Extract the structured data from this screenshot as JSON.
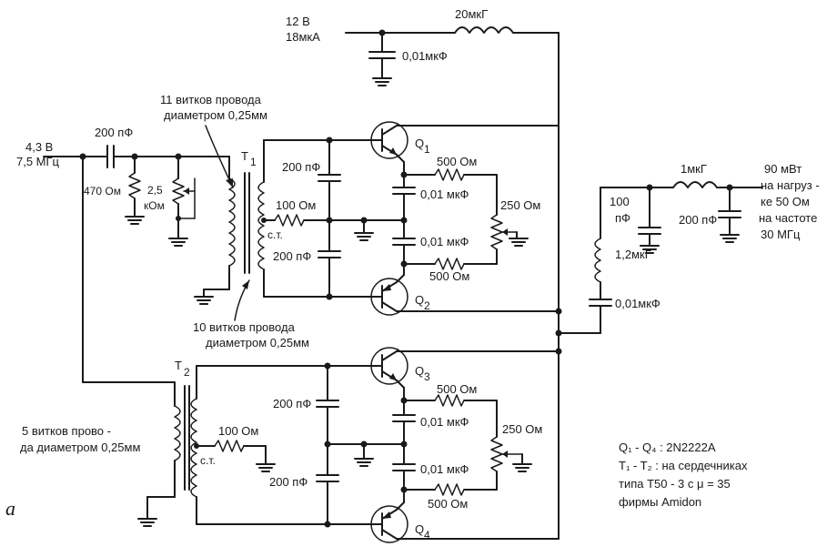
{
  "supply": {
    "voltage": "12 В",
    "current": "18мкА"
  },
  "input": {
    "voltage": "4,3 В",
    "frequency": "7,5 МГц"
  },
  "output": {
    "line1": "90 мВт",
    "line2": "на нагруз -",
    "line3": "ке 50 Ом",
    "line4": "на частоте",
    "line5": "30 МГц"
  },
  "components": {
    "l_supply": "20мкГ",
    "c_supply": "0,01мкФ",
    "c_in": "200 пФ",
    "r_470": "470 Ом",
    "pot_in_a": "2,5",
    "pot_in_b": "кОм",
    "t1": "T",
    "t1_sub": "1",
    "t2": "T",
    "t2_sub": "2",
    "ct": "с.т.",
    "ct2": "с.т.",
    "t1_c_top": "200 пФ",
    "t1_r": "100 Ом",
    "t1_c_bot": "200 пФ",
    "q1_r_top": "500 Ом",
    "q1_c_top": "0,01 мкФ",
    "q1_pot": "250 Ом",
    "q1_c_bot": "0,01 мкФ",
    "q1_r_bot": "500 Ом",
    "t2_c_top": "200 пФ",
    "t2_r": "100 Ом",
    "t2_c_bot": "200 пФ",
    "q3_r_top": "500 Ом",
    "q3_c_top": "0,01 мкФ",
    "q3_pot": "250 Ом",
    "q3_c_bot": "0,01 мкФ",
    "q3_r_bot": "500 Ом",
    "c_100": "100",
    "c_100_unit": "пФ",
    "l_1uh": "1мкГ",
    "c_out": "200 пФ",
    "l_12": "1,2мкГ",
    "c_coupling": "0,01мкФ"
  },
  "transistors": {
    "q1": "Q",
    "q1_sub": "1",
    "q2": "Q",
    "q2_sub": "2",
    "q3": "Q",
    "q3_sub": "3",
    "q4": "Q",
    "q4_sub": "4"
  },
  "annotations": {
    "t1_primary_1": "11 витков провода",
    "t1_primary_2": "диаметром 0,25мм",
    "t1_secondary_1": "10 витков провода",
    "t1_secondary_2": "диаметром 0,25мм",
    "t2_primary_1": "5 витков прово -",
    "t2_primary_2": "да диаметром 0,25мм"
  },
  "notes": {
    "line1": "Q₁ - Q₄ : 2N2222A",
    "line2": "T₁ - T₂ : на сердечниках",
    "line3": "типа Т50 - 3 с  μ = 35",
    "line4": "фирмы Amidon"
  },
  "figure_letter": "a"
}
